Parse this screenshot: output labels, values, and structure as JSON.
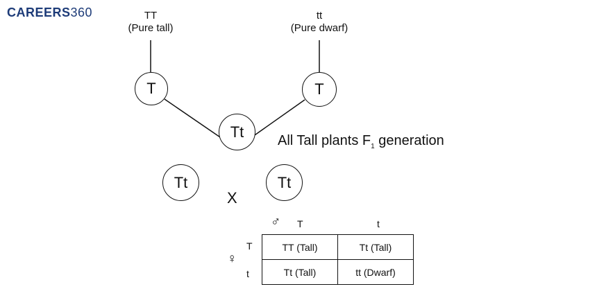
{
  "logo": {
    "brand": "CAREERS",
    "number": "360"
  },
  "parents": [
    {
      "genotype": "TT",
      "description": "(Pure tall)",
      "gamete": "T"
    },
    {
      "genotype": "tt",
      "description": "(Pure dwarf)",
      "gamete": "T"
    }
  ],
  "f1": {
    "genotype": "Tt",
    "statement_main": "All Tall plants  F",
    "statement_sub": "1",
    "statement_tail": " generation"
  },
  "selfing": {
    "left": "Tt",
    "cross_symbol": "X",
    "right": "Tt"
  },
  "punnett": {
    "male_symbol": "♂",
    "female_symbol": "♀",
    "male_gametes": [
      "T",
      "t"
    ],
    "female_gametes": [
      "T",
      "t"
    ],
    "cells": [
      [
        "TT (Tall)",
        "Tt (Tall)"
      ],
      [
        "Tt (Tall)",
        "tt (Dwarf)"
      ]
    ]
  }
}
